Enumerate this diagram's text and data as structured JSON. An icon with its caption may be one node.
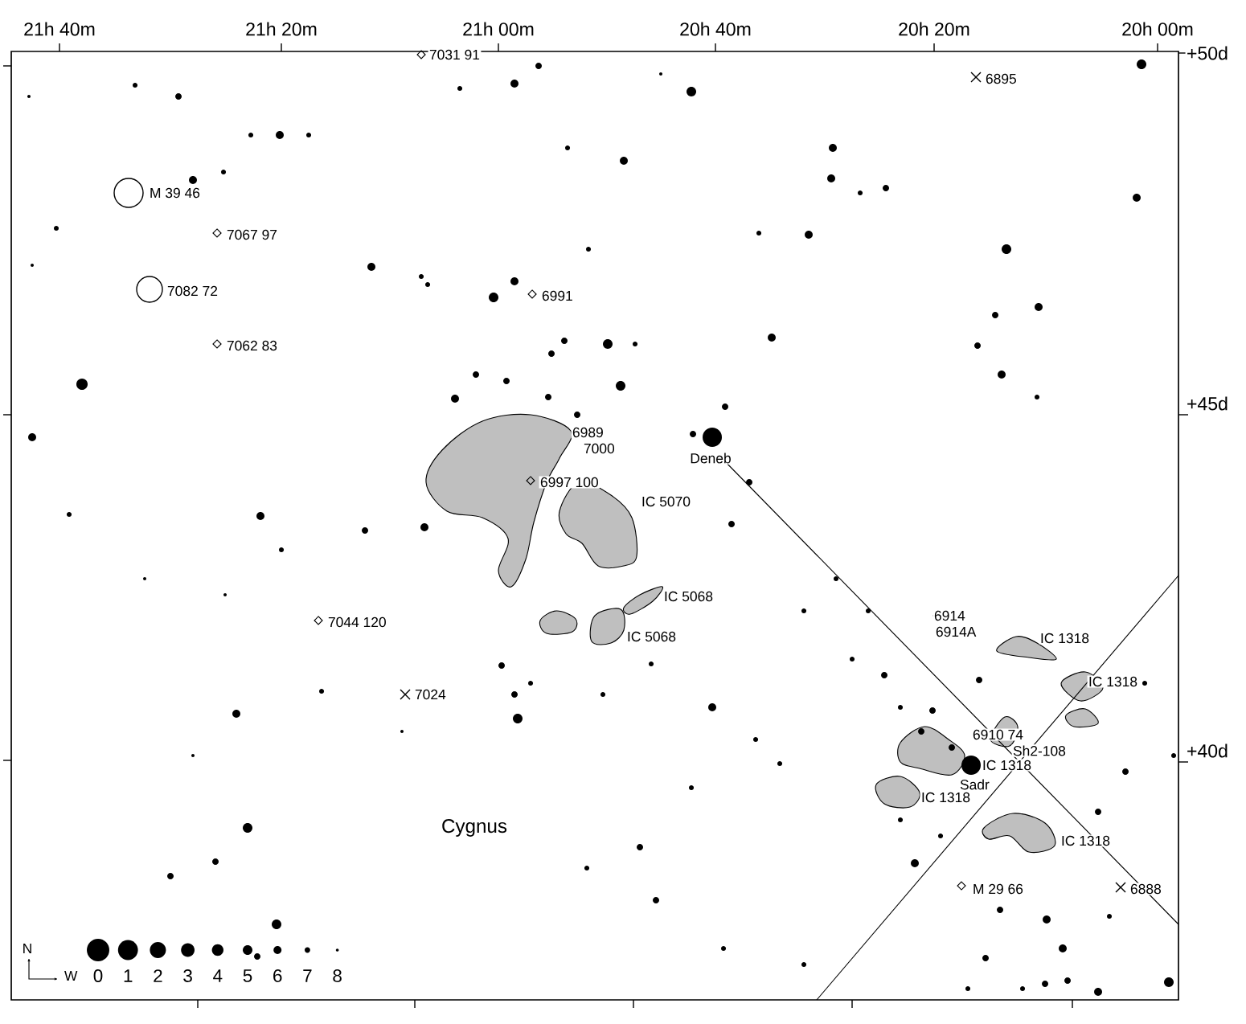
{
  "diagram": {
    "labels": [
      "21h 40m",
      "21h 20m",
      "21h 00m",
      "20h 40m",
      "20h 20m",
      "20h 00m",
      "+50d",
      "+45d",
      "+40d",
      "7031 91",
      "M 39 46",
      "7067 97",
      "7082 72",
      "7062 83",
      "6991",
      "6989",
      "7000",
      "6997 100",
      "IC 5070",
      "IC 5068",
      "IC 5068",
      "7044 120",
      "7024",
      "Deneb",
      "6895",
      "6914",
      "6914A",
      "IC 1318",
      "IC 1318",
      "6910 74",
      "Sh2-108",
      "IC 1318",
      "Sadr",
      "IC 1318",
      "IC 1318",
      "M 29 66",
      "6888",
      "Cygnus",
      "N",
      "W"
    ],
    "legend": [
      {
        "text": "0"
      },
      {
        "text": "1"
      },
      {
        "text": "2"
      },
      {
        "text": "3"
      },
      {
        "text": "4"
      },
      {
        "text": "5"
      },
      {
        "text": "6"
      },
      {
        "text": "7"
      },
      {
        "text": "8"
      }
    ]
  }
}
